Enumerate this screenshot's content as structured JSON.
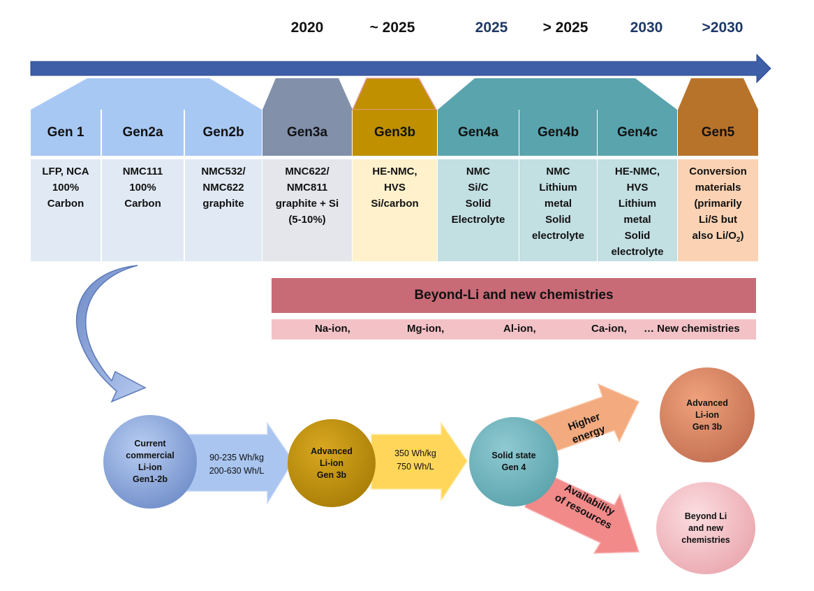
{
  "years": [
    "2020",
    "~ 2025",
    "2025",
    "> 2025",
    "2030",
    ">2030"
  ],
  "generations": [
    {
      "name": "Gen 1",
      "lines": [
        "LFP, NCA",
        "100%",
        "Carbon"
      ]
    },
    {
      "name": "Gen2a",
      "lines": [
        "NMC111",
        "100%",
        "Carbon"
      ]
    },
    {
      "name": "Gen2b",
      "lines": [
        "NMC532/",
        "NMC622",
        "graphite"
      ]
    },
    {
      "name": "Gen3a",
      "lines": [
        "MNC622/",
        "NMC811",
        "graphite + Si",
        "(5-10%)"
      ]
    },
    {
      "name": "Gen3b",
      "lines": [
        "HE-NMC,",
        "HVS",
        "Si/carbon"
      ]
    },
    {
      "name": "Gen4a",
      "lines": [
        "NMC",
        "Si/C",
        "Solid",
        "Electrolyte"
      ]
    },
    {
      "name": "Gen4b",
      "lines": [
        "NMC",
        "Lithium",
        "metal",
        "Solid",
        "electrolyte"
      ]
    },
    {
      "name": "Gen4c",
      "lines": [
        "HE-NMC,",
        "HVS",
        "Lithium",
        "metal",
        "Solid",
        "electrolyte"
      ]
    },
    {
      "name": "Gen5",
      "lines": [
        "Conversion",
        "materials",
        "(primarily",
        "Li/S but"
      ]
    }
  ],
  "gen5_last_line": {
    "prefix": "also Li/O",
    "subscript": "2",
    "suffix": ")"
  },
  "beyond": {
    "title": "Beyond-Li and new chemistries",
    "items": [
      "Na-ion,",
      "Mg-ion,",
      "Al-ion,",
      "Ca-ion,",
      "… New chemistries"
    ]
  },
  "flow": {
    "current": [
      "Current",
      "commercial",
      "Li-ion",
      "Gen1-2b"
    ],
    "arrow1": [
      "90-235 Wh/kg",
      "200-630 Wh/L"
    ],
    "advanced": [
      "Advanced",
      "Li-ion",
      "Gen 3b"
    ],
    "arrow2": [
      "350 Wh/kg",
      "750 Wh/L"
    ],
    "solid": [
      "Solid state",
      "Gen 4"
    ],
    "higher_energy": [
      "Higher",
      "energy"
    ],
    "availability": [
      "Availability",
      "of resources"
    ],
    "advanced_out": [
      "Advanced",
      "Li-ion",
      "Gen 3b"
    ],
    "beyond_out": [
      "Beyond Li",
      "and new",
      "chemistries"
    ]
  },
  "colors": {
    "timeline": "#3f5ea8",
    "gen12": "#a8c8f4",
    "gen3a": "#8290aa",
    "gen3b": "#c09000",
    "gen4": "#5aa4ae",
    "gen5": "#b8732a",
    "beyond": "#c96a77"
  }
}
